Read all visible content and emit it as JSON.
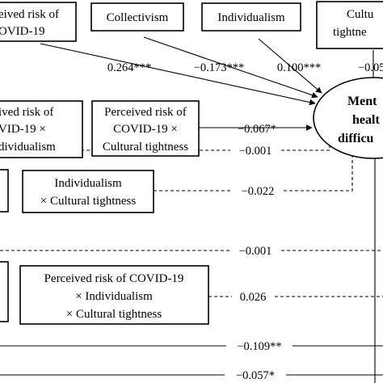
{
  "nodes": {
    "perceived_risk": {
      "lines": [
        "eived risk of",
        "OVID-19"
      ]
    },
    "collectivism": {
      "lines": [
        "Collectivism"
      ]
    },
    "individualism": {
      "lines": [
        "Individualism"
      ]
    },
    "cultural_tightness": {
      "lines": [
        "Cultu",
        "tightne"
      ]
    },
    "risk_x_individualism": {
      "lines": [
        "ived risk of",
        "VID-19 ×",
        "dividualism"
      ]
    },
    "risk_x_tightness": {
      "lines": [
        "Perceived risk of",
        "COVID-19 ×",
        "Cultural tightness"
      ]
    },
    "individualism_x_tightness": {
      "lines": [
        "Individualism",
        "× Cultural tightness"
      ]
    },
    "three_way": {
      "lines": [
        "Perceived risk of COVID-19",
        "× Individualism",
        "× Cultural tightness"
      ]
    },
    "outcome": {
      "lines": [
        "Ment",
        "healt",
        "difficu"
      ]
    }
  },
  "coefficients": {
    "perceived_risk": "0.264***",
    "collectivism": "−0.173***",
    "individualism": "0.100***",
    "cultural_tightness": "−0.05",
    "risk_x_tightness": "−0.067*",
    "row_a": "−0.001",
    "individualism_x_tightness": "−0.022",
    "row_b": "−0.001",
    "three_way": "0.026",
    "row_c": "−0.109**",
    "row_d": "−0.057*"
  }
}
